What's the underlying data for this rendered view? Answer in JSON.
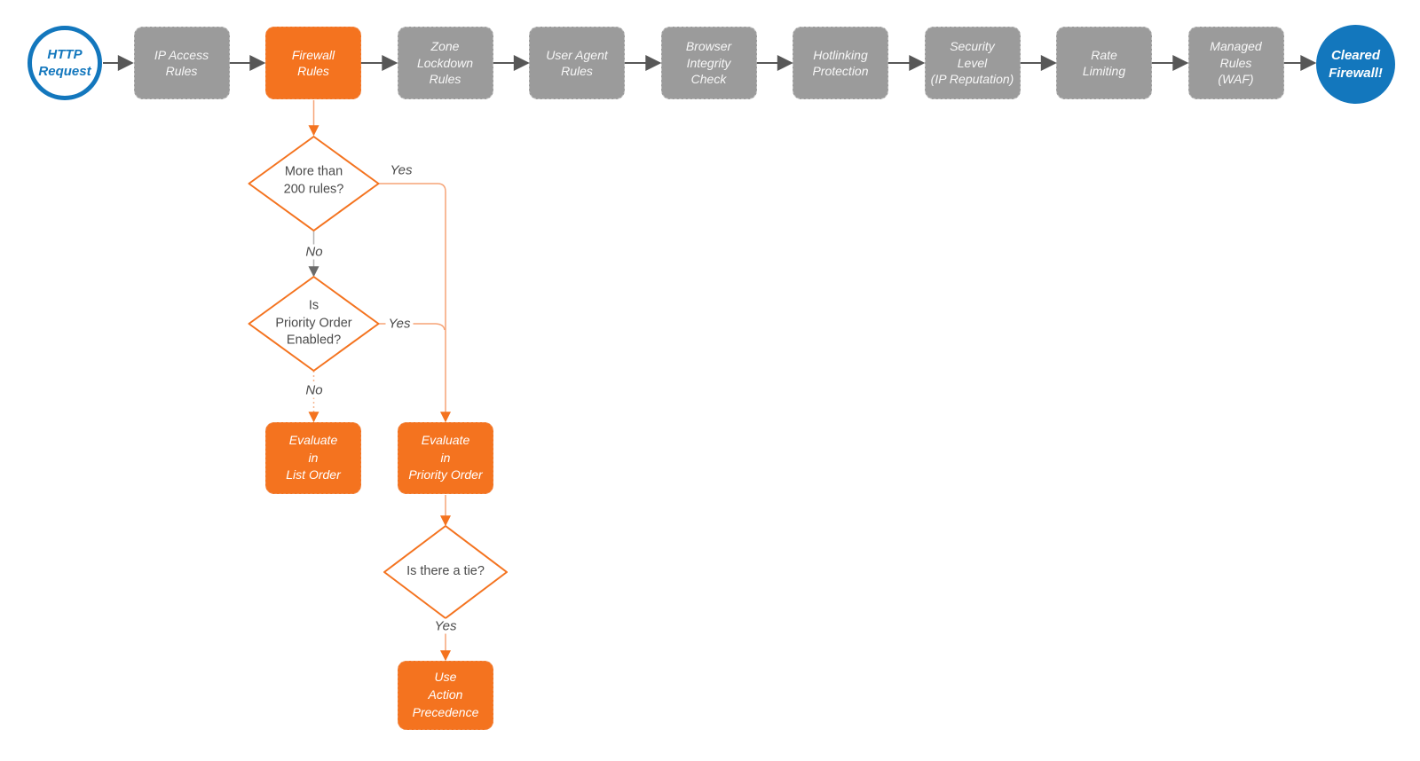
{
  "colors": {
    "accent_orange": "#f4731f",
    "connector_salmon": "#f6a477",
    "node_gray": "#9b9b9b",
    "brand_blue": "#1377bd",
    "arrow_dark_gray": "#575757",
    "text_dark": "#4a4a4a"
  },
  "flow": {
    "start_label": "HTTP\nRequest",
    "end_label": "Cleared\nFirewall!",
    "stages": [
      {
        "label": "IP Access\nRules"
      },
      {
        "label": "Firewall\nRules"
      },
      {
        "label": "Zone\nLockdown\nRules"
      },
      {
        "label": "User Agent\nRules"
      },
      {
        "label": "Browser\nIntegrity\nCheck"
      },
      {
        "label": "Hotlinking\nProtection"
      },
      {
        "label": "Security\nLevel\n(IP Reputation)"
      },
      {
        "label": "Rate\nLimiting"
      },
      {
        "label": "Managed\nRules\n(WAF)"
      }
    ],
    "decisions": [
      {
        "label": "More than\n200 rules?"
      },
      {
        "label": "Is\nPriority Order\nEnabled?"
      },
      {
        "label": "Is there a tie?"
      }
    ],
    "actions": [
      {
        "label": "Evaluate\nin\nList Order"
      },
      {
        "label": "Evaluate\nin\nPriority Order"
      },
      {
        "label": "Use\nAction\nPrecedence"
      }
    ],
    "edge_labels": [
      {
        "text": "Yes"
      },
      {
        "text": "No"
      },
      {
        "text": "Yes"
      },
      {
        "text": "No"
      },
      {
        "text": "Yes"
      }
    ]
  }
}
